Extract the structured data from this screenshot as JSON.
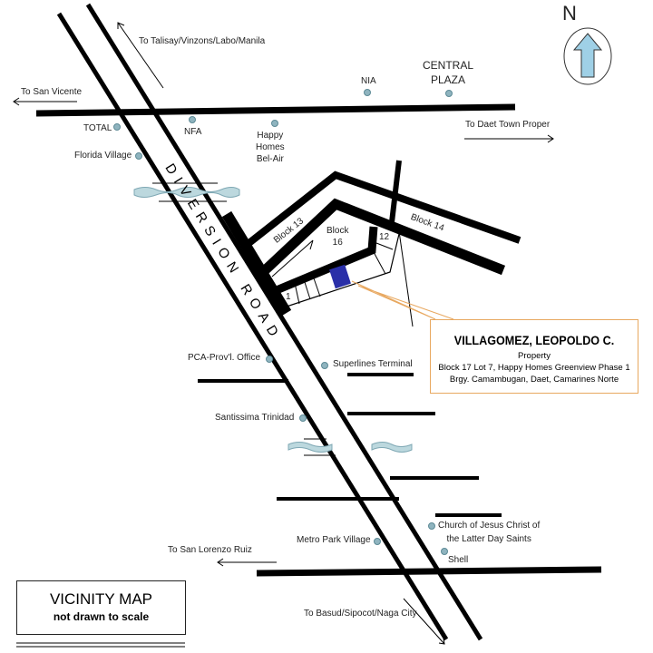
{
  "compass": {
    "label": "N"
  },
  "road_name": "DIVERSION ROAD",
  "directions": {
    "talisay": "To Talisay/Vinzons/Labo/Manila",
    "san_vicente": "To San Vicente",
    "daet": "To Daet Town Proper",
    "san_lorenzo": "To San Lorenzo Ruiz",
    "basud": "To Basud/Sipocot/Naga City"
  },
  "landmarks": {
    "total": "TOTAL",
    "nfa": "NFA",
    "happy_homes": "Happy\nHomes\nBel-Air",
    "florida": "Florida Village",
    "nia": "NIA",
    "central_plaza": "CENTRAL\nPLAZA",
    "pca": "PCA-Prov'l. Office",
    "superlines": "Superlines Terminal",
    "santissima": "Santissima Trinidad",
    "church": "Church of Jesus Christ of\nthe Latter Day Saints",
    "shell": "Shell",
    "metro_park": "Metro Park Village"
  },
  "blocks": {
    "b13": "Block 13",
    "b14": "Block 14",
    "b16": "Block\n16",
    "lot12": "12",
    "lot1": "1"
  },
  "property": {
    "owner": "VILLAGOMEZ, LEOPOLDO C.",
    "type": "Property",
    "address1": "Block 17 Lot 7,  Happy Homes Greenview Phase 1",
    "address2": "Brgy.  Camambugan, Daet, Camarines Norte"
  },
  "legend": {
    "title": "VICINITY MAP",
    "subtitle": "not drawn to scale"
  },
  "colors": {
    "property": "#2a2fa8",
    "river": "#a8c8d0",
    "callout": "#e8a860",
    "compass": "#9fd0e6"
  }
}
